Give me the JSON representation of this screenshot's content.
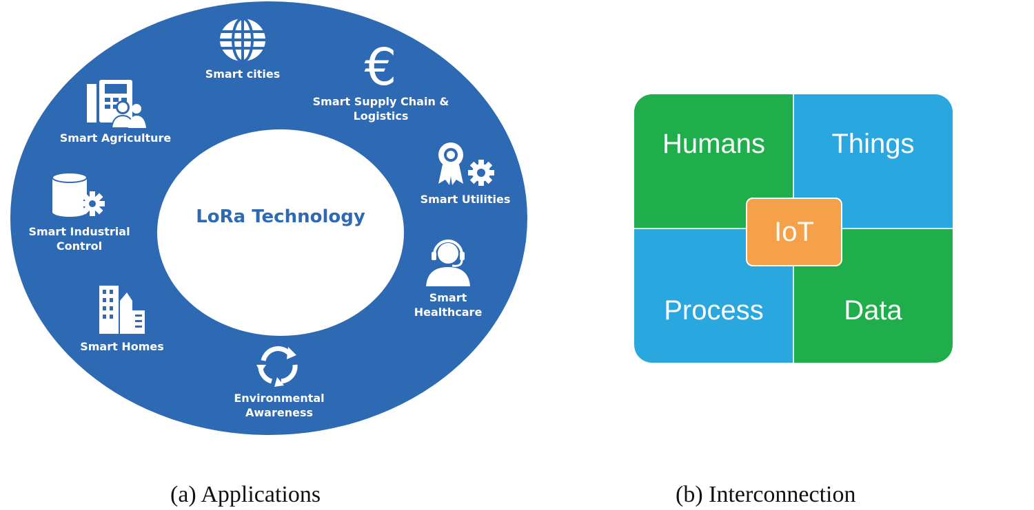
{
  "panel_a": {
    "center_title": "LoRa Technology",
    "ring_color": "#2e69b3",
    "applications": [
      {
        "label": "Smart cities",
        "icon": "globe-icon"
      },
      {
        "label": "Smart Supply Chain &\nLogistics",
        "icon": "euro-icon"
      },
      {
        "label": "Smart Utilities",
        "icon": "award-gear-icon"
      },
      {
        "label": "Smart\nHealthcare",
        "icon": "headset-person-icon"
      },
      {
        "label": "Environmental\nAwareness",
        "icon": "cycle-arrows-icon"
      },
      {
        "label": "Smart Homes",
        "icon": "buildings-icon"
      },
      {
        "label": "Smart Industrial\nControl",
        "icon": "database-gear-icon"
      },
      {
        "label": "Smart Agriculture",
        "icon": "office-people-icon"
      }
    ],
    "caption": "(a) Applications"
  },
  "panel_b": {
    "quadrants": [
      {
        "label": "Humans",
        "color": "#1fae4b"
      },
      {
        "label": "Things",
        "color": "#2aa7df"
      },
      {
        "label": "Process",
        "color": "#2aa7df"
      },
      {
        "label": "Data",
        "color": "#1fae4b"
      }
    ],
    "center": {
      "label": "IoT",
      "color": "#f4a14a"
    },
    "caption": "(b) Interconnection"
  }
}
